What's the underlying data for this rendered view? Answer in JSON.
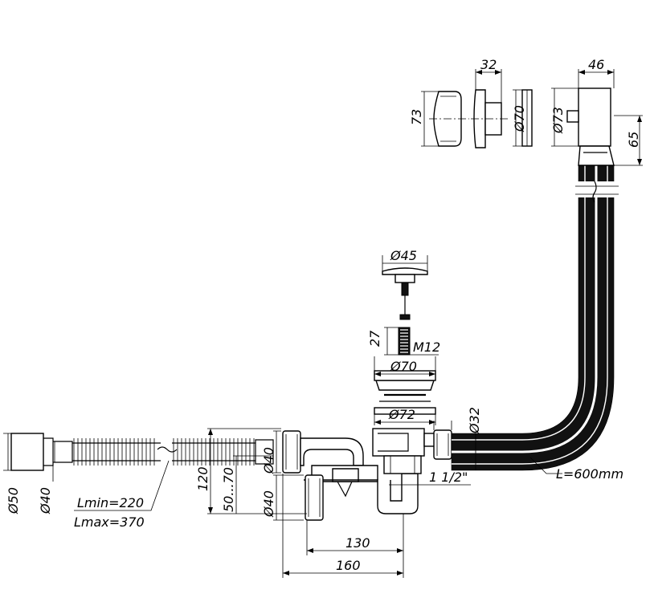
{
  "colors": {
    "ink": "#000000",
    "paper": "#ffffff",
    "hose_fill": "#1a1a1a"
  },
  "dimensions": {
    "d50": "Ø50",
    "d40_left": "Ø40",
    "lmin": "Lmin=220",
    "lmax": "Lmax=370",
    "h120": "120",
    "h50_70": "50...70",
    "d40_outlet": "Ø40",
    "d40_trap": "Ø40",
    "w130": "130",
    "w160": "160",
    "thread": "1 1/2\"",
    "d72": "Ø72",
    "d70_strainer": "Ø70",
    "m12": "M12",
    "h27": "27",
    "d45": "Ø45",
    "d32": "Ø32",
    "length600": "L=600mm",
    "h73_cap": "73",
    "w32_top": "32",
    "d70_top": "Ø70",
    "d73_top": "Ø73",
    "w46_top": "46",
    "h65_top": "65"
  }
}
